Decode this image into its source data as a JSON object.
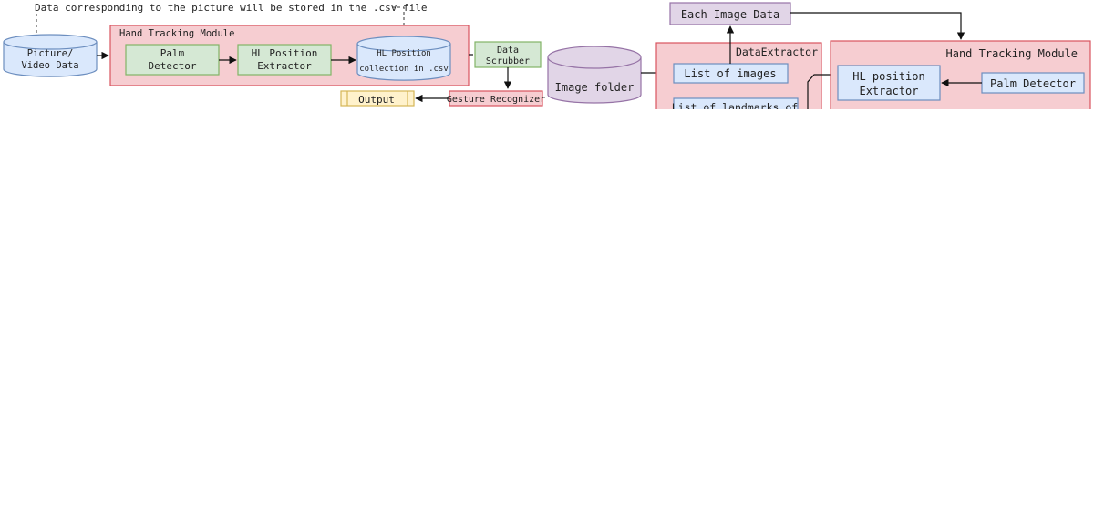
{
  "left_diagram": {
    "annotation": "Data corresponding to the picture will be stored in the .csv file",
    "input_db": {
      "line1": "Picture/",
      "line2": "Video Data"
    },
    "module_title": "Hand Tracking Module",
    "palm_detector": {
      "line1": "Palm",
      "line2": "Detector"
    },
    "hl_extractor": {
      "line1": "HL Position",
      "line2": "Extractor"
    },
    "hl_collection": {
      "line1": "HL Position",
      "line2": "collection in .csv"
    },
    "data_scrubber": {
      "line1": "Data",
      "line2": "Scrubber"
    },
    "gesture_recognizer": "Gesture Recognizer",
    "output": "Output"
  },
  "right_diagram": {
    "image_folder": "Image folder",
    "each_image_data": "Each Image Data",
    "data_extractor_title": "DataExtractor",
    "list_of_images": "List of images",
    "list_of_landmarks": "List of landmarks of",
    "module_title": "Hand Tracking Module",
    "hl_position_extractor": {
      "line1": "HL position",
      "line2": "Extractor"
    },
    "palm_detector": "Palm Detector"
  },
  "colors": {
    "module_fill": "#f6cdd1",
    "module_stroke": "#d9535f",
    "green_fill": "#d5e8d4",
    "green_stroke": "#82b366",
    "blue_fill": "#dae8fc",
    "blue_stroke": "#6c8ebf",
    "purple_fill": "#e1d5e7",
    "purple_stroke": "#9673a6",
    "yellow_fill": "#fff2cc",
    "yellow_stroke": "#d6b656"
  }
}
